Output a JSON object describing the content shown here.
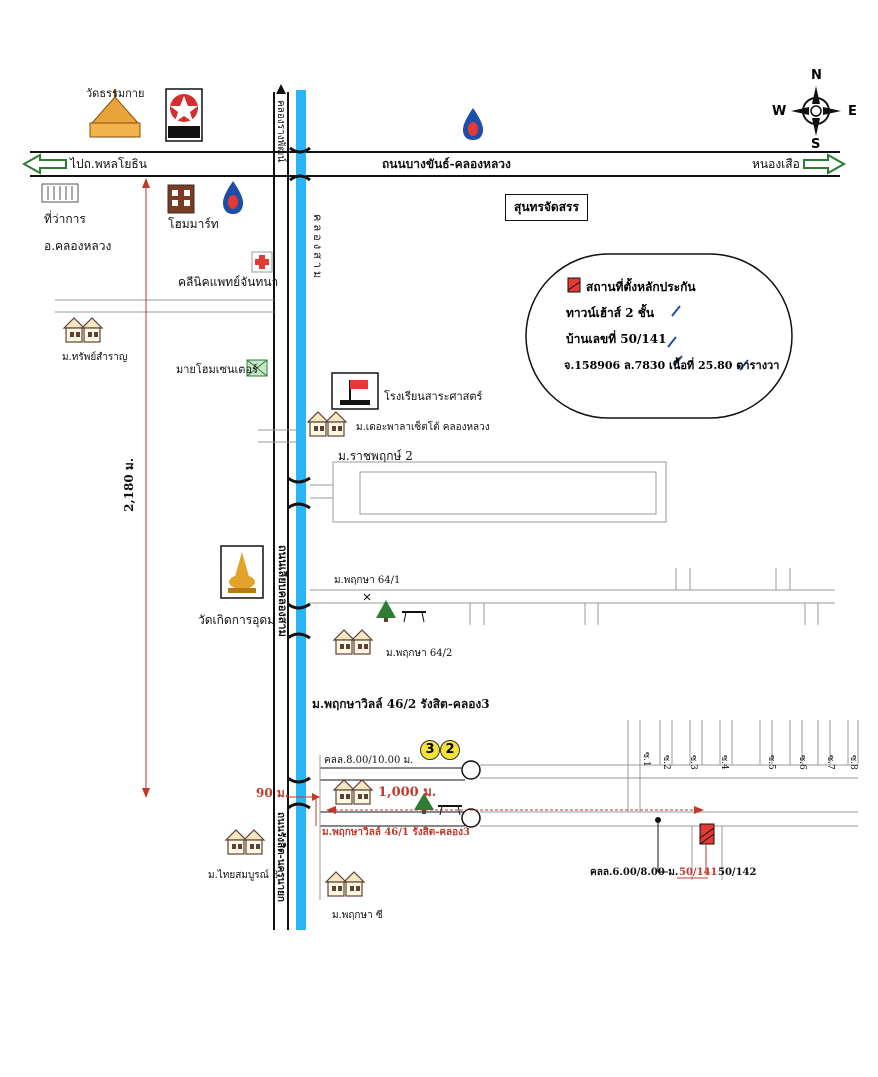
{
  "compass": {
    "n": "N",
    "s": "S",
    "e": "E",
    "w": "W"
  },
  "roads": {
    "main_road": "ถนนบางขันธ์-คลองหลวง",
    "to_west": "ไปถ.พหลโยธิน",
    "to_east": "หนองเสือ",
    "vertical_road_top": "คลองรางพัฒน์",
    "vertical_road_mid": "ถนนเลียบคลองสาม",
    "vertical_road_bottom": "ถนนรังสิต-นครนายก",
    "canal": "คลองสาม",
    "rajapruk": "ม.ราชพฤกษ์ 2",
    "soi_1": "คลล.8.00/10.00 ม.",
    "soi_2": "คลล.6.00/8.00 ม."
  },
  "landmarks": {
    "temple_top": "วัดธรรมกาย",
    "caltex": "CALTEX",
    "district_office_1": "ที่ว่าการ",
    "district_office_2": "อ.คลองหลวง",
    "homemart": "โฮมมาร์ท",
    "clinic": "คลีนิคแพทย์จันทนา",
    "supermarket": "สุนทรจัดสรร",
    "moo_sapcharoen": "ม.ทรัพย์สำราญ",
    "mini_home": "มายโฮมเซนเตอร์",
    "school": "โรงเรียนสาระศาสตร์",
    "village_palace": "ม.เดอะพาลาเซ็ตโต้ คลองหลวง",
    "temple_mid": "วัดเกิดการอุดม",
    "pruksa_641": "ม.พฤกษา 64/1",
    "pruksa_642": "ม.พฤกษา 64/2",
    "pruksa_villa_462": "ม.พฤกษาวิลล์ 46/2 รังสิต-คลอง3",
    "pruksa_villa_461": "ม.พฤกษาวิลล์ 46/1 รังสิต-คลอง3",
    "thai_sombun": "ม.ไทยสมบูรณ์ 3",
    "pruksa_c": "ม.พฤกษา ซี"
  },
  "distances": {
    "vertical": "2,180 ม.",
    "short": "90 ม.",
    "horizontal": "1,000 ม."
  },
  "badges": {
    "a": "3",
    "b": "2"
  },
  "soi_labels": [
    "ซ.1",
    "ซ.2",
    "ซ.3",
    "ซ.4",
    "ซ.5",
    "ซ.6",
    "ซ.7",
    "ซ.8"
  ],
  "house_numbers": {
    "target": "50/141",
    "neighbor": "50/142"
  },
  "legend": {
    "line1": "สถานที่ตั้งหลักประกัน",
    "line2": "ทาวน์เฮ้าส์ 2 ชั้น",
    "line3": "บ้านเลขที่ 50/141",
    "line4": "จ.158906 ล.7830 เนื้อที่ 25.80 ตารางวา"
  },
  "colors": {
    "canal": "#29b6f6",
    "distance": "#c0392b",
    "target": "#e53935",
    "arrow": "#2e7d32",
    "badge": "#f4e23a"
  }
}
